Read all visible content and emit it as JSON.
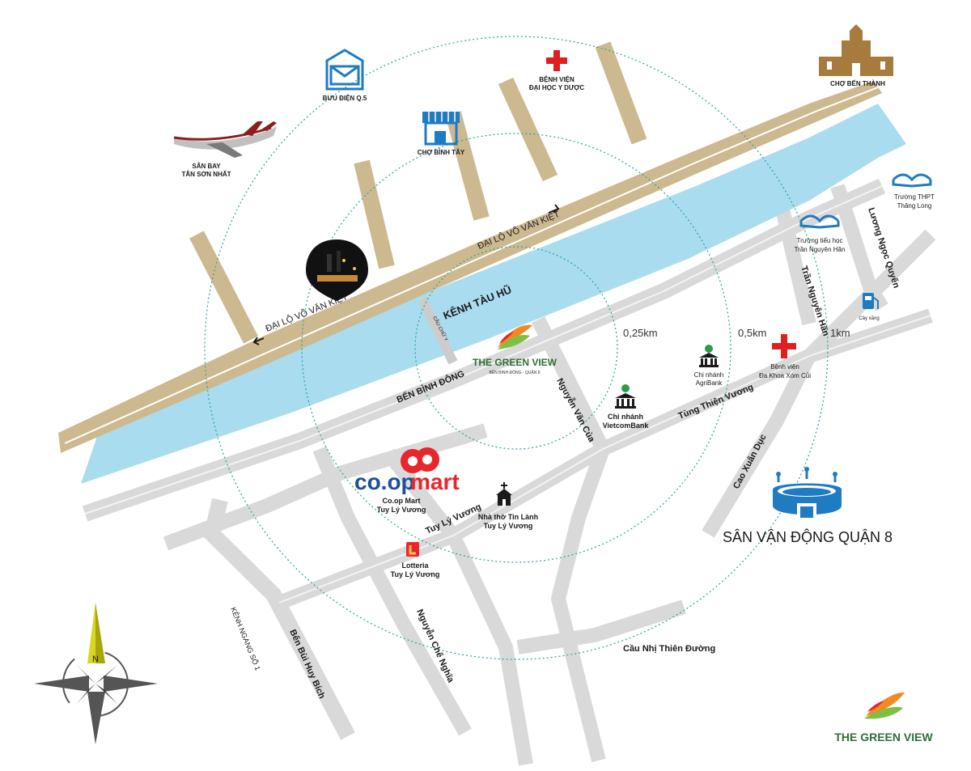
{
  "rings": {
    "r1": "0,25km",
    "r2": "0,5km",
    "r3": "1km",
    "color": "#2aa39a"
  },
  "water": {
    "canal_name": "KÊNH TÀU HŨ",
    "color": "#a9dcef"
  },
  "roads": {
    "highway_color": "#cdb98f",
    "street_color": "#d9d9d9",
    "vo_van_kiet_upper": "ĐẠI LỘ VÕ VĂN KIỆT",
    "vo_van_kiet_lower": "ĐẠI LỘ VÕ VĂN KIỆT",
    "ben_binh_dong": "BẾN BÌNH ĐÔNG",
    "bridge": "CẦU CHỮ Y",
    "nguyen_van_cua": "Nguyễn Văn Của",
    "tung_thien_vuong": "Tùng Thiện Vương",
    "tuy_ly_vuong": "Tuy Lý Vương",
    "tran_nguyen_han": "Trần Nguyên Hãn",
    "luong_ngoc_quyen": "Lương Ngọc Quyến",
    "cao_xuan_duc": "Cao Xuân Dục",
    "nguyen_che_nghia": "Nguyễn Chế Nghĩa",
    "ben_bui_huy_bich": "Bến Bùi Huy Bích",
    "kenh_ngang": "KÊNH NGANG SỐ 1",
    "cau_nhi_thien_duong": "Cầu Nhị Thiên Đường"
  },
  "places": {
    "airport": [
      "SÂN BAY",
      "TÂN SƠN NHẤT"
    ],
    "post_office": "BƯU ĐIỆN Q.5",
    "hospital_medicine": [
      "BỆNH VIỆN",
      "ĐẠI HỌC Y DƯỢC"
    ],
    "cho_binh_tay": "CHỢ BÌNH TÂY",
    "cho_ben_thanh": "CHỢ BẾN THÀNH",
    "school_thpt": [
      "Trường THPT",
      "Thăng Long"
    ],
    "school_primary": [
      "Trường tiểu học",
      "Trần Nguyên Hãn"
    ],
    "gas_station": "Cây xăng",
    "agribank": [
      "Chi nhánh",
      "AgriBank"
    ],
    "vietcombank": [
      "Chi nhánh",
      "VietcomBank"
    ],
    "hospital_xom_cui": [
      "Bệnh viện",
      "Đa Khoa Xóm Củi"
    ],
    "coopmart_logo_a": "co.op",
    "coopmart_logo_b": "mart",
    "coopmart": [
      "Co.op Mart",
      "Tuy Lý Vương"
    ],
    "church": [
      "Nhà thờ Tin Lành",
      "Tuy Lý Vương"
    ],
    "lotteria": [
      "Lotteria",
      "Tuy Lý Vương"
    ],
    "stadium": "SÂN VẬN ĐỘNG QUẬN 8"
  },
  "project": {
    "name": "THE GREEN VIEW",
    "address": "BẾN BÌNH ĐÔNG - QUẬN 8",
    "corner_name": "THE GREEN VIEW"
  },
  "compass": {
    "north": "N"
  },
  "colors": {
    "icon_blue": "#1f7bc2",
    "red_cross": "#e02020",
    "coop_blue": "#1d4f9c",
    "coop_red": "#e8262d",
    "green_dark": "#2e6f36",
    "leaf_green": "#7cc142",
    "leaf_orange": "#f08a24",
    "compass_yellow": "#d8d621"
  }
}
